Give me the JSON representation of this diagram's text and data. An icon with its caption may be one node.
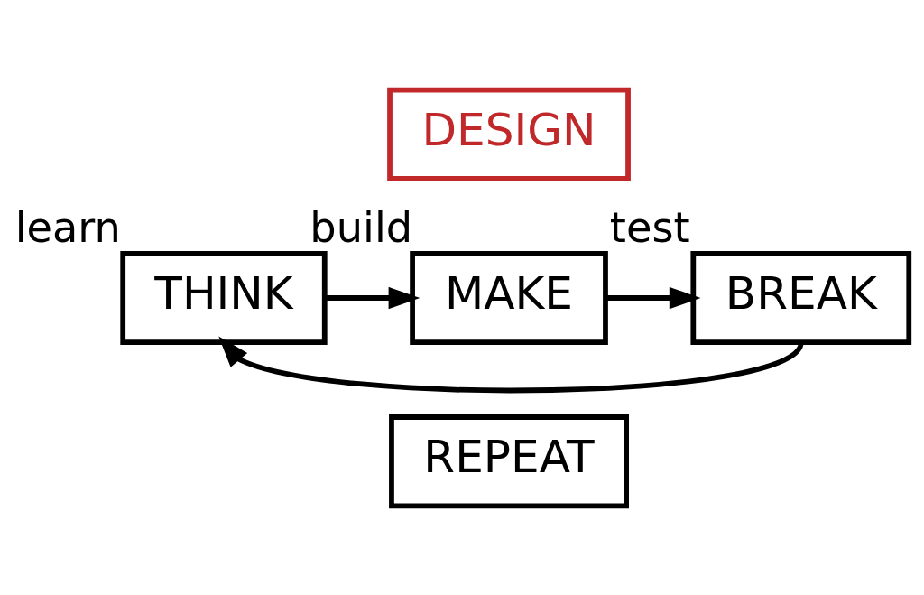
{
  "diagram": {
    "nodes": [
      {
        "text": [
          "DESIGN"
        ]
      },
      {
        "text": [
          "THINK"
        ],
        "beside": [
          "learn"
        ]
      },
      {
        "text": [
          "MAKE"
        ],
        "beside": [
          "build"
        ]
      },
      {
        "text": [
          "BREAK"
        ],
        "beside": [
          "test"
        ]
      },
      {
        "text": [
          "REPEAT"
        ]
      }
    ],
    "edges": [
      {
        "from": 1,
        "to": 2,
        "arrow": "to"
      },
      {
        "from": 2,
        "to": 3,
        "arrow": "to"
      },
      {
        "from": 3,
        "to": 1,
        "arrow": "to"
      }
    ]
  }
}
